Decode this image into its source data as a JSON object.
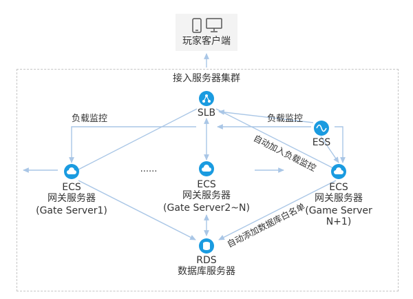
{
  "client": {
    "label": "玩家客户端",
    "icons": [
      "mobile-phone-icon",
      "monitor-icon"
    ]
  },
  "cluster": {
    "label": "接入服务器集群"
  },
  "slb": {
    "label": "SLB",
    "icon": "load-balancer-icon"
  },
  "ess": {
    "label": "ESS",
    "icon": "autoscaling-icon"
  },
  "ecs_left": {
    "name": "ECS",
    "role": "网关服务器",
    "detail": "(Gate Server1)",
    "icon": "cloud-server-icon"
  },
  "ecs_mid": {
    "name": "ECS",
    "role": "网关服务器",
    "detail": "(Gate Server2~N)",
    "icon": "cloud-server-icon"
  },
  "ecs_right": {
    "name": "ECS",
    "role": "网关服务器",
    "detail_line1": "(Game Server",
    "detail_line2": "N+1)",
    "icon": "cloud-server-icon"
  },
  "rds": {
    "label": "RDS",
    "role": "数据库服务器",
    "icon": "database-icon"
  },
  "edges": {
    "monitor_left": "负载监控",
    "monitor_right": "负载监控",
    "auto_join": "自动加入负载监控",
    "auto_whitelist": "自动添加数据库白名单",
    "ellipsis": "......"
  },
  "colors": {
    "line": "#a9c6e6",
    "icon": "#1a9be0",
    "dashed": "#c4c4c4",
    "client_bg": "#f3f3f3"
  }
}
